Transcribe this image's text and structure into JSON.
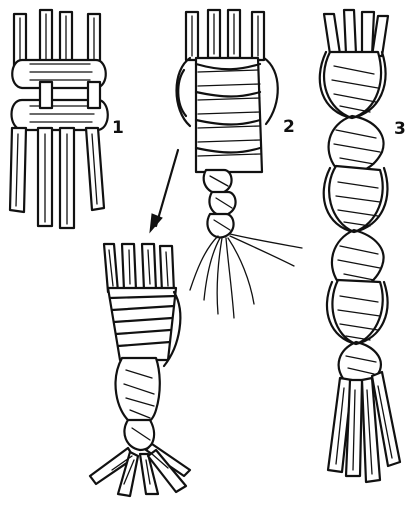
{
  "figure": {
    "steps": [
      {
        "label": "1"
      },
      {
        "label": "2"
      },
      {
        "label": "3"
      }
    ]
  }
}
